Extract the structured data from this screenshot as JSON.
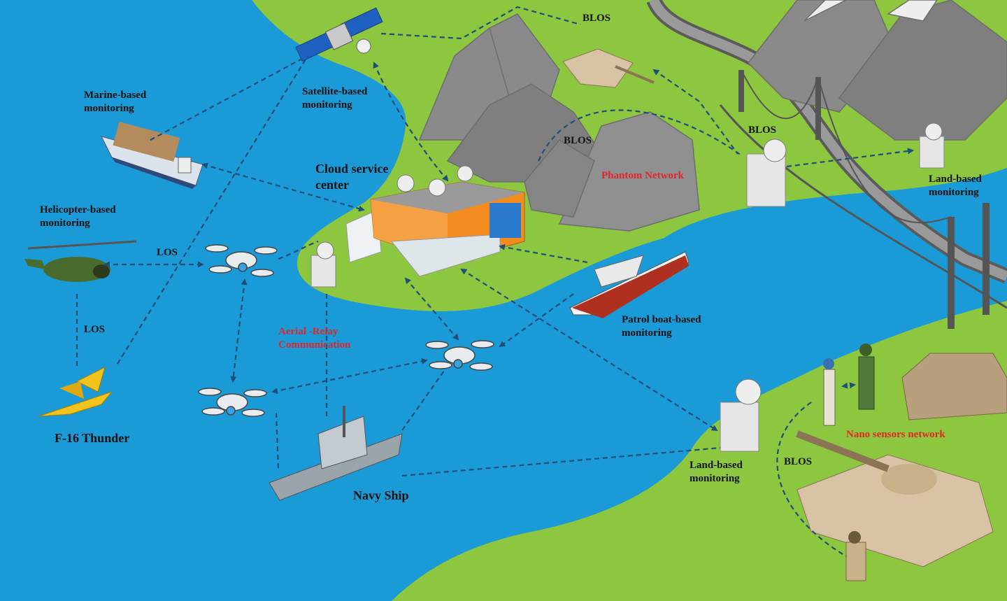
{
  "labels": {
    "marine": [
      "Marine-based",
      "monitoring"
    ],
    "satellite": [
      "Satellite-based",
      "monitoring"
    ],
    "blos_top": "BLOS",
    "blos_mid": "BLOS",
    "blos_right": "BLOS",
    "blos_bottom": "BLOS",
    "cloud": [
      "Cloud service",
      "center"
    ],
    "phantom": "Phantom Network",
    "land_right": [
      "Land-based",
      "monitoring"
    ],
    "helicopter": [
      "Helicopter-based",
      "monitoring"
    ],
    "los_top": "LOS",
    "los_left": "LOS",
    "aerial_relay": [
      "Aerial -Relay",
      "Communication"
    ],
    "patrol": [
      "Patrol boat-based",
      "monitoring"
    ],
    "f16": "F-16 Thunder",
    "nano": "Nano sensors network",
    "land_bottom": [
      "Land-based",
      "monitoring"
    ],
    "navy": "Navy Ship"
  },
  "colors": {
    "sea": "#1a9ad6",
    "land": "#8dc63f",
    "mountain": "#8a8a8a",
    "link": "#1f4e79",
    "red_label": "#e0262b"
  }
}
